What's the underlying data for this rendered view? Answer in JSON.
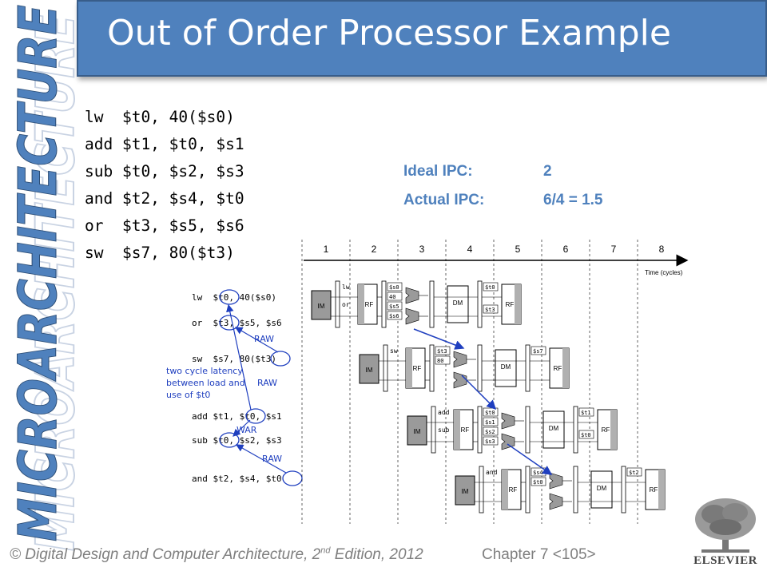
{
  "slide": {
    "title": "Out of Order Processor Example",
    "side_title": "MICROARCHITECTURE"
  },
  "code": [
    "lw  $t0, 40($s0)",
    "add $t1, $t0, $s1",
    "sub $t0, $s2, $s3",
    "and $t2, $s4, $t0",
    "or  $t3, $s5, $s6",
    "sw  $s7, 80($t3)"
  ],
  "ipc": {
    "ideal_label": "Ideal IPC:",
    "ideal_value": "2",
    "actual_label": "Actual IPC:",
    "actual_value": "6/4 = 1.5"
  },
  "dependency_graph": {
    "instructions": [
      "lw  $t0, 40($s0)",
      "or  $t3, $s5, $s6",
      "sw  $s7, 80($t3)",
      "add $t1, $t0, $s1",
      "sub $t0, $s2, $s3",
      "and $t2, $s4, $t0"
    ],
    "edge_labels": [
      "RAW",
      "RAW",
      "WAR",
      "RAW"
    ],
    "note_lines": [
      "two cycle latency",
      "between load and",
      "use of $t0"
    ]
  },
  "pipeline": {
    "cycles": [
      "1",
      "2",
      "3",
      "4",
      "5",
      "6",
      "7",
      "8"
    ],
    "axis_label": "Time (cycles)",
    "stage_labels": {
      "im": "IM",
      "rf": "RF",
      "dm": "DM"
    },
    "rows": [
      {
        "ops": [
          "lw",
          "or"
        ],
        "src": [
          "$s0",
          "40",
          "$s5",
          "$s6"
        ],
        "dst": [
          "$t0",
          "$t3"
        ]
      },
      {
        "ops": [
          "sw"
        ],
        "src": [
          "$t3",
          "80"
        ],
        "dst": [
          "$s7"
        ]
      },
      {
        "ops": [
          "add",
          "sub"
        ],
        "src": [
          "$t0",
          "$s1",
          "$s2",
          "$s3"
        ],
        "dst": [
          "$t1",
          "$t0"
        ]
      },
      {
        "ops": [
          "and"
        ],
        "src": [
          "$s4",
          "$t0"
        ],
        "dst": [
          "$t2"
        ]
      }
    ]
  },
  "footer": {
    "left": "© Digital Design and Computer Architecture, 2",
    "left_sup": "nd",
    "left_tail": " Edition, 2012",
    "right": "Chapter 7 <105>"
  },
  "logo": {
    "text": "ELSEVIER"
  },
  "colors": {
    "title_bar": "#4f81bd",
    "ipc_text": "#4f81bd",
    "side_title": "#4f81bd",
    "diagram_blue": "#1f3fbf"
  }
}
